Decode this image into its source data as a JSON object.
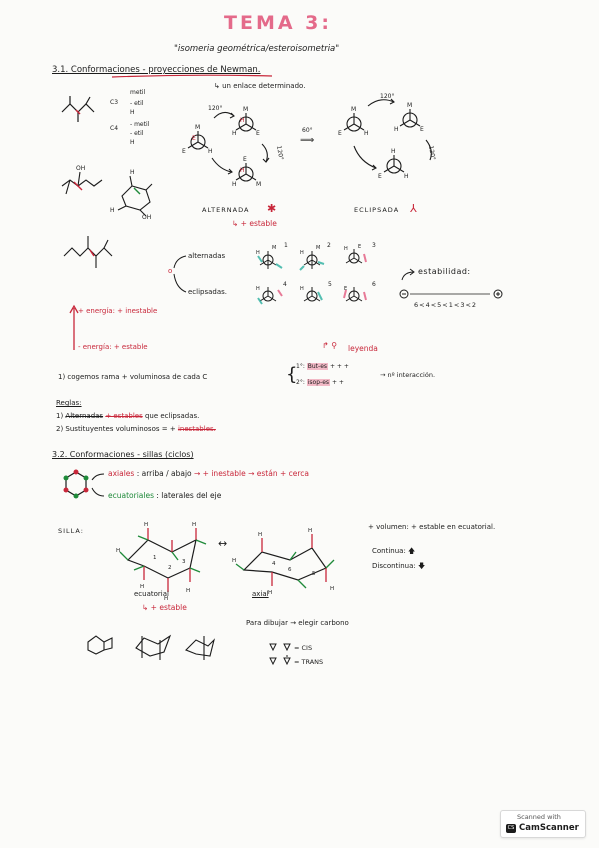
{
  "title": "TEMA 3:",
  "subtitle": "\"isomeria geométrica/esteroisometria\"",
  "section1": {
    "heading": "3.1. Conformaciones - proyecciones de Newman.",
    "enlace_note": "↳ un enlace determinado.",
    "substituents": {
      "c3_label": "C3",
      "c4_label": "C4",
      "top": "metil",
      "c3_items": [
        "- etil",
        "H"
      ],
      "c4_items": [
        "- metil",
        "- etil",
        "H"
      ]
    },
    "angles": {
      "a120_left": "120°",
      "a60": "60°",
      "a120_right": "120°",
      "a120_rot_left": "120°",
      "a120_rot_right": "120°"
    },
    "alternada": {
      "label": "ALTERNADA",
      "note": "↳ + estable"
    },
    "eclipsada": {
      "label": "ECLIPSADA"
    },
    "alternadas_label": "alternadas",
    "eclipsadas_label": "eclipsadas.",
    "estabilidad_label": "estabilidad:",
    "estabilidad_order": "6<4<5<1<3<2",
    "energia_high": "+ energía: + inestable",
    "energia_low": "- energía: + estable",
    "leyenda": "leyenda",
    "step1": "1) cogemos rama + voluminosa de cada C",
    "step1_lines": [
      {
        "prefix": "1°:",
        "text": "But-es",
        "marks": "+ + +"
      },
      {
        "prefix": "2°:",
        "text": "isop-es",
        "marks": "+ +"
      }
    ],
    "step1_result": "→ nº interacción.",
    "newman_numbers": [
      "1",
      "2",
      "3",
      "4",
      "5",
      "6"
    ]
  },
  "reglas": {
    "heading": "Reglas:",
    "items": [
      {
        "num": "1)",
        "parts": [
          "Alternadas",
          "+ estables",
          "que eclipsadas."
        ]
      },
      {
        "num": "2)",
        "parts": [
          "Sustituyentes voluminosos",
          "= +",
          "inestables."
        ]
      }
    ]
  },
  "section2": {
    "heading": "3.2. Conformaciones - sillas (ciclos)",
    "axiales_label": "axiales",
    "axiales_text": ": arriba / abajo",
    "axiales_result": "→ + inestable → están + cerca",
    "ecuatoriales_label": "ecuatoriales",
    "ecuatoriales_text": ": laterales del eje",
    "silla_label": "SILLA:",
    "swap_symbol": "↔",
    "volumen_note": "+ volumen: + estable en ecuatorial.",
    "continua": "Continua: 🡅",
    "discontinua": "Discontinua: 🡇",
    "ecuatorial_label": "ecuatorial",
    "axial_label": "axial",
    "ecuatorial_note": "↳ + estable",
    "dibujar": "Para dibujar → elegir carbono",
    "cis": "= CIS",
    "trans": "= TRANS",
    "ring_numbers": [
      "1",
      "2",
      "3",
      "4",
      "5",
      "6"
    ]
  },
  "scanner_badge": {
    "top": "Scanned with",
    "brand": "CamScanner"
  },
  "colors": {
    "red": "#c8273a",
    "pink": "#e35a7f",
    "green": "#1f8a3a",
    "teal": "#2bb0a0",
    "ink": "#1c1c1c"
  }
}
